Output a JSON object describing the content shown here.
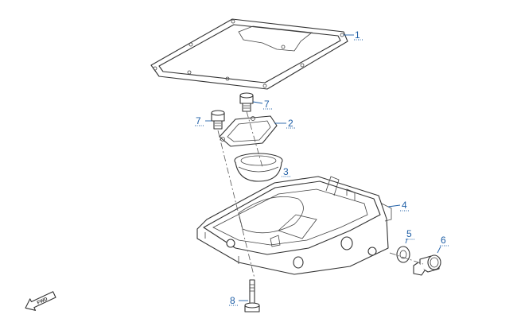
{
  "callouts": {
    "c1": "1",
    "c2": "2",
    "c3": "3",
    "c4": "4",
    "c5": "5",
    "c6": "6",
    "c7a": "7",
    "c7b": "7",
    "c8": "8"
  },
  "fwd_label": "FWD",
  "colors": {
    "callout": "#1f5fa6",
    "line": "#333333",
    "background": "#ffffff"
  },
  "icons": {
    "fwd": "fwd-arrow-icon"
  }
}
